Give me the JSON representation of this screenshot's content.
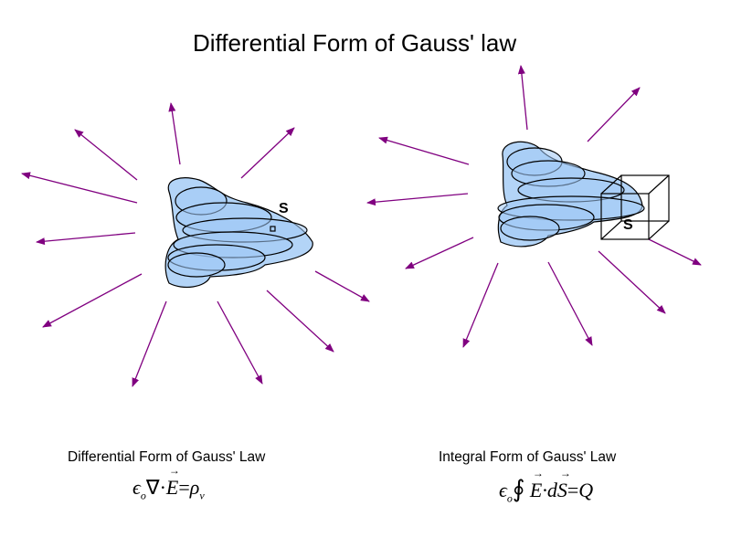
{
  "title": "Differential Form of Gauss' law",
  "left_figure": {
    "surface_label": "S"
  },
  "right_figure": {
    "surface_label": "S"
  },
  "captions": {
    "differential": "Differential Form of Gauss' Law",
    "integral": "Integral Form of Gauss' Law"
  },
  "equations": {
    "differential": {
      "eps": "ϵ",
      "eps_sub": "o",
      "op": "∇·",
      "E": "E",
      "eq": "=",
      "rho": "ρ",
      "rho_sub": "v"
    },
    "integral": {
      "eps": "ϵ",
      "eps_sub": "o",
      "op": "∮",
      "E": "E",
      "dot": "·d",
      "S": "S",
      "eq": "=",
      "Q": "Q"
    }
  },
  "colors": {
    "arrow": "#800080",
    "blob_fill": "#b3d4f7",
    "outline": "#000000"
  }
}
